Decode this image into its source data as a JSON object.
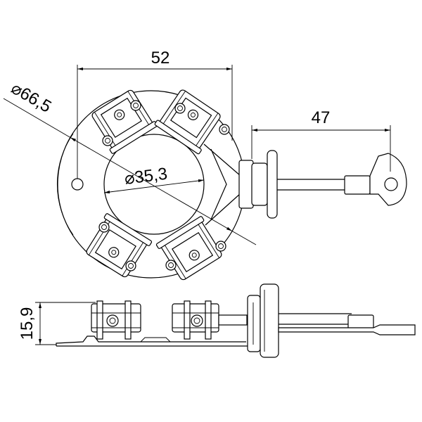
{
  "top_view": {
    "dim_hole_spacing": "52",
    "dim_terminal_length": "47",
    "dim_outer_diameter": "⌀66,5",
    "dim_inner_diameter": "⌀35,3"
  },
  "side_view": {
    "dim_height": "15,9"
  },
  "colors": {
    "line": "#000000",
    "background": "#ffffff"
  }
}
